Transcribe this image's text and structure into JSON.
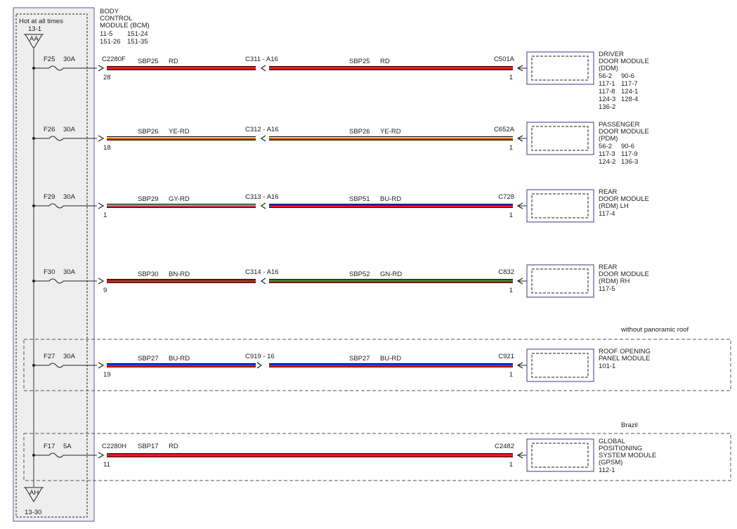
{
  "bcm": {
    "title": [
      "BODY",
      "CONTROL",
      "MODULE (BCM)"
    ],
    "refs": [
      "11-5",
      "151-24",
      "151-26",
      "151-35"
    ],
    "hot_label": "Hot at all times",
    "hot_ref": "13-1",
    "top_connector": "AA",
    "bottom_connector": "AH",
    "bottom_ref": "13-30"
  },
  "regions": [
    {
      "label": "without panoramic roof"
    },
    {
      "label": "Brazil"
    }
  ],
  "circuits": [
    {
      "fuse": "F25",
      "amps": "30A",
      "bcm_connector": "C2280F",
      "bcm_pin": "28",
      "left_circuit": "SBP25",
      "left_color_code": "RD",
      "inline": "C311",
      "inline_pin": "A16",
      "right_circuit": "SBP25",
      "right_color_code": "RD",
      "dest_connector": "C501A",
      "dest_pin": "1",
      "left_colors": [
        "#e31b1b"
      ],
      "right_colors": [
        "#e31b1b"
      ],
      "module": [
        "DRIVER",
        "DOOR MODULE",
        "(DDM)"
      ],
      "module_refs": [
        "56-2",
        "90-6",
        "117-1",
        "117-7",
        "117-8",
        "124-1",
        "124-3",
        "128-4",
        "136-2"
      ]
    },
    {
      "fuse": "F26",
      "amps": "30A",
      "bcm_connector": "",
      "bcm_pin": "18",
      "left_circuit": "SBP26",
      "left_color_code": "YE-RD",
      "inline": "C312",
      "inline_pin": "A16",
      "right_circuit": "SBP26",
      "right_color_code": "YE-RD",
      "dest_connector": "C652A",
      "dest_pin": "1",
      "left_colors": [
        "#e8d21c",
        "#e31b1b"
      ],
      "right_colors": [
        "#e8d21c",
        "#e31b1b"
      ],
      "module": [
        "PASSENGER",
        "DOOR MODULE",
        "(PDM)"
      ],
      "module_refs": [
        "56-2",
        "90-6",
        "117-3",
        "117-9",
        "124-2",
        "136-3"
      ]
    },
    {
      "fuse": "F29",
      "amps": "30A",
      "bcm_connector": "",
      "bcm_pin": "1",
      "left_circuit": "SBP29",
      "left_color_code": "GY-RD",
      "inline": "C313",
      "inline_pin": "A16",
      "right_circuit": "SBP51",
      "right_color_code": "BU-RD",
      "dest_connector": "C728",
      "dest_pin": "1",
      "left_colors": [
        "#9a9a9a",
        "#c03a2b"
      ],
      "right_colors": [
        "#1c2fd6",
        "#e31b1b"
      ],
      "module": [
        "REAR",
        "DOOR MODULE",
        "(RDM) LH"
      ],
      "module_refs": [
        "117-4"
      ]
    },
    {
      "fuse": "F30",
      "amps": "30A",
      "bcm_connector": "",
      "bcm_pin": "9",
      "left_circuit": "SBP30",
      "left_color_code": "BN-RD",
      "inline": "C314",
      "inline_pin": "A16",
      "right_circuit": "SBP52",
      "right_color_code": "GN-RD",
      "dest_connector": "C832",
      "dest_pin": "1",
      "left_colors": [
        "#8b2a1e",
        "#e31b1b"
      ],
      "right_colors": [
        "#2f8a1f",
        "#e31b1b"
      ],
      "module": [
        "REAR",
        "DOOR MODULE",
        "(RDM) RH"
      ],
      "module_refs": [
        "117-5"
      ]
    },
    {
      "fuse": "F27",
      "amps": "30A",
      "bcm_connector": "",
      "bcm_pin": "19",
      "left_circuit": "SBP27",
      "left_color_code": "BU-RD",
      "inline": "C919",
      "inline_pin": "16",
      "right_circuit": "SBP27",
      "right_color_code": "BU-RD",
      "dest_connector": "C921",
      "dest_pin": "1",
      "left_colors": [
        "#1c2fd6",
        "#e31b1b"
      ],
      "right_colors": [
        "#1c2fd6",
        "#e31b1b"
      ],
      "module": [
        "ROOF OPENING",
        "PANEL MODULE"
      ],
      "module_refs": [
        "101-1"
      ]
    },
    {
      "fuse": "F17",
      "amps": "5A",
      "bcm_connector": "C2280H",
      "bcm_pin": "11",
      "left_circuit": "SBP17",
      "left_color_code": "RD",
      "inline": "",
      "inline_pin": "",
      "right_circuit": "",
      "right_color_code": "",
      "dest_connector": "C2482",
      "dest_pin": "1",
      "left_colors": [
        "#e31b1b"
      ],
      "right_colors": [
        "#e31b1b"
      ],
      "module": [
        "GLOBAL",
        "POSITIONING",
        "SYSTEM MODULE",
        "(GPSM)"
      ],
      "module_refs": [
        "112-1"
      ]
    }
  ]
}
